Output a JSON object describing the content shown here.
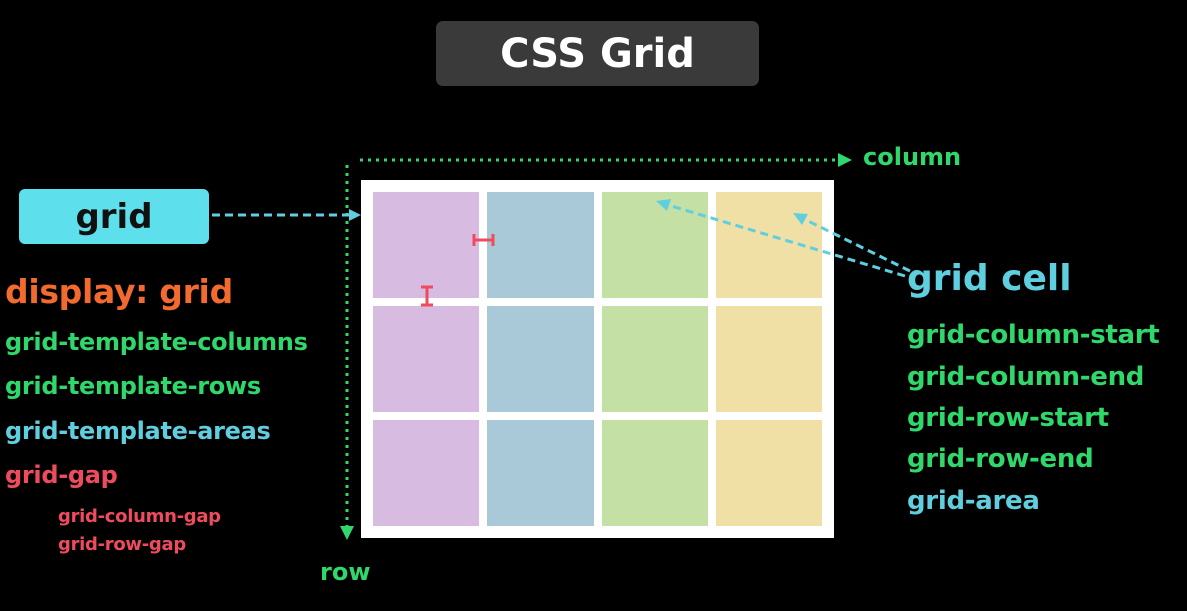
{
  "title": "CSS Grid",
  "grid_label": "grid",
  "container_properties": [
    {
      "text": "display: grid",
      "color": "#f26a2e"
    },
    {
      "text": "grid-template-columns",
      "color": "#2fd86a"
    },
    {
      "text": "grid-template-rows",
      "color": "#2fd86a"
    },
    {
      "text": "grid-template-areas",
      "color": "#5fcfe0"
    },
    {
      "text": "grid-gap",
      "color": "#ef4b5e"
    },
    {
      "text": "grid-column-gap",
      "color": "#ef4b5e"
    },
    {
      "text": "grid-row-gap",
      "color": "#ef4b5e"
    }
  ],
  "cell_title": "grid cell",
  "cell_properties": [
    {
      "text": "grid-column-start",
      "color": "#2fd86a"
    },
    {
      "text": "grid-column-end",
      "color": "#2fd86a"
    },
    {
      "text": "grid-row-start",
      "color": "#2fd86a"
    },
    {
      "text": "grid-row-end",
      "color": "#2fd86a"
    },
    {
      "text": "grid-area",
      "color": "#5fcfe0"
    }
  ],
  "axis_labels": {
    "column": "column",
    "row": "row"
  },
  "grid": {
    "rows": 3,
    "columns": 4,
    "column_colors": [
      "#d7bbe0",
      "#a9c8d8",
      "#c5e0a5",
      "#f0e0a5"
    ],
    "border_color": "#ffffff"
  },
  "colors": {
    "background": "#000000",
    "title_box": "#3a3a3a",
    "grid_label_box": "#5ee0ec",
    "axis_arrow": "#2fd86a",
    "connector": "#5fcfe0",
    "gap_marker": "#ef4b5e"
  }
}
